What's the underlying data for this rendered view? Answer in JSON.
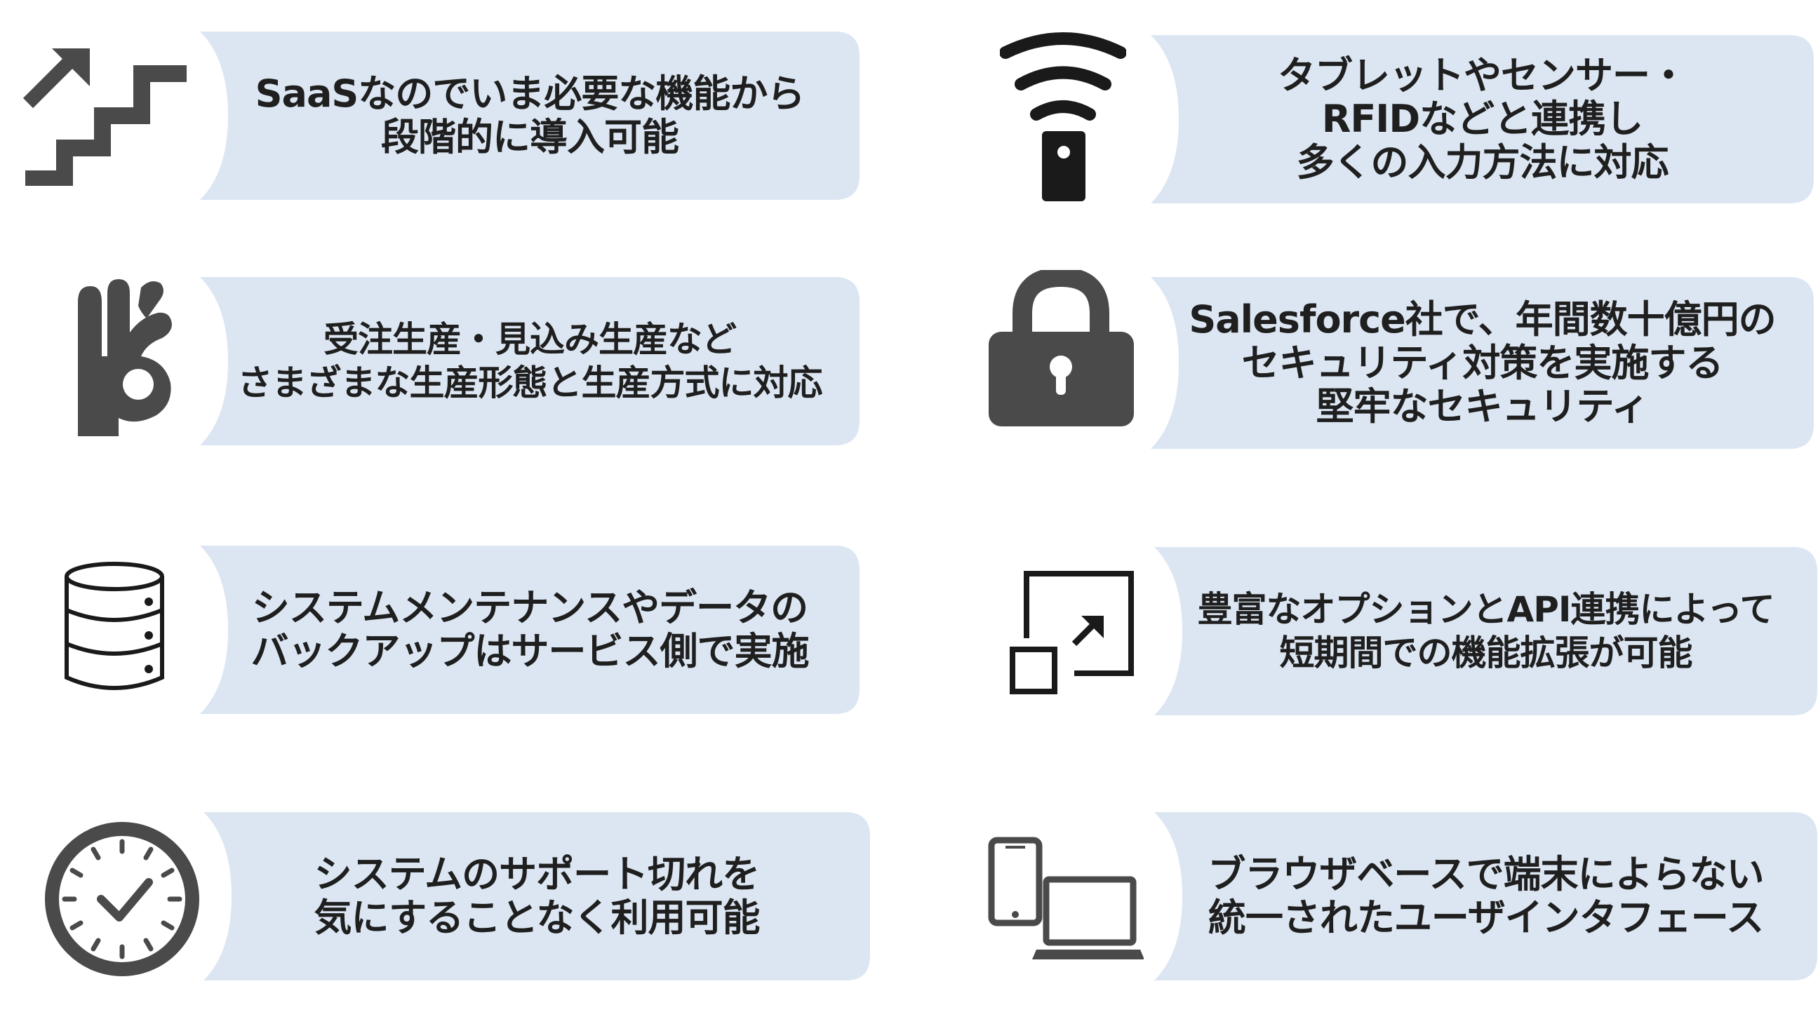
{
  "colors": {
    "card_fill": "#dce6f2",
    "icon_fill": "#4a4a4a",
    "text": "#1f1f1f"
  },
  "features": [
    {
      "icon": "stairs-up-arrow-icon",
      "lines": [
        "SaaSなのでいま必要な機能から",
        "段階的に導入可能"
      ]
    },
    {
      "icon": "wireless-device-icon",
      "lines": [
        "タブレットやセンサー・",
        "RFIDなどと連携し",
        "多くの入力方法に対応"
      ]
    },
    {
      "icon": "ok-hand-icon",
      "lines": [
        "受注生産・見込み生産など",
        "さまざまな生産形態と生産方式に対応"
      ]
    },
    {
      "icon": "padlock-icon",
      "lines": [
        "Salesforce社で、年間数十億円の",
        "セキュリティ対策を実施する",
        "堅牢なセキュリティ"
      ]
    },
    {
      "icon": "database-icon",
      "lines": [
        "システムメンテナンスやデータの",
        "バックアップはサービス側で実施"
      ]
    },
    {
      "icon": "expand-window-icon",
      "lines": [
        "豊富なオプションとAPI連携によって",
        "短期間での機能拡張が可能"
      ]
    },
    {
      "icon": "clock-icon",
      "lines": [
        "システムのサポート切れを",
        "気にすることなく利用可能"
      ]
    },
    {
      "icon": "phone-laptop-icon",
      "lines": [
        "ブラウザベースで端末によらない",
        "統一されたユーザインタフェース"
      ]
    }
  ]
}
